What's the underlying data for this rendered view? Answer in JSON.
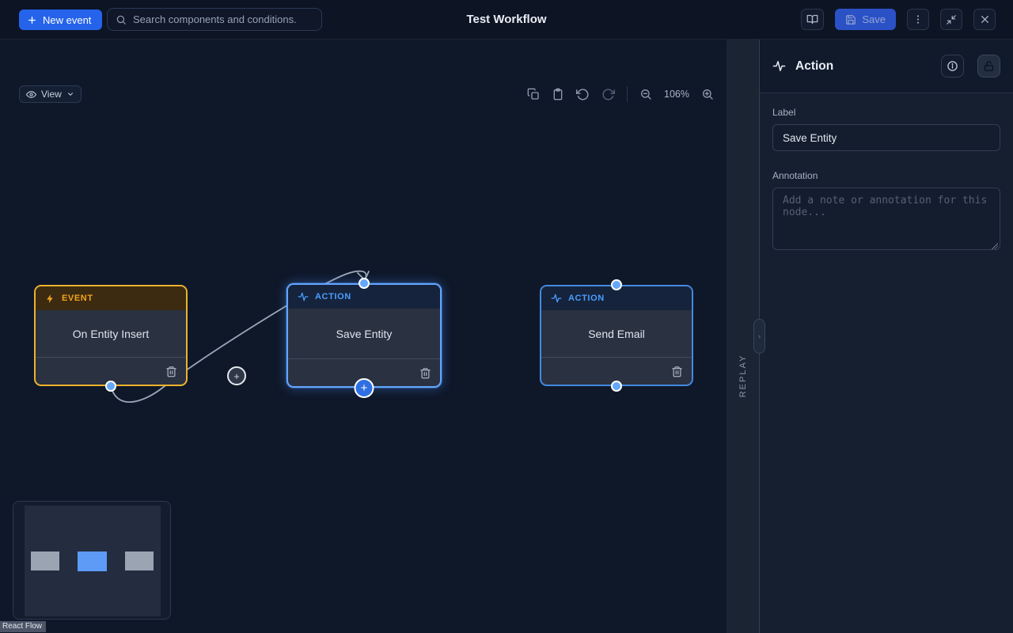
{
  "topbar": {
    "new_event_label": "New event",
    "search_placeholder": "Search components and conditions.",
    "title": "Test Workflow",
    "save_label": "Save"
  },
  "canvas": {
    "view_label": "View",
    "zoom_level": "106%",
    "replay_label": "REPLAY",
    "attribution": "React Flow",
    "edge_plus_label": "+",
    "nodes": [
      {
        "type_label": "EVENT",
        "title": "On Entity Insert"
      },
      {
        "type_label": "ACTION",
        "title": "Save Entity",
        "selected": true
      },
      {
        "type_label": "ACTION",
        "title": "Send Email"
      }
    ]
  },
  "panel": {
    "title": "Action",
    "label_field": {
      "label": "Label",
      "value": "Save Entity"
    },
    "annotation_field": {
      "label": "Annotation",
      "placeholder": "Add a note or annotation for this node..."
    }
  },
  "colors": {
    "accent_blue": "#2563eb",
    "event_amber": "#eeb22b",
    "event_header_bg": "#3c2b10",
    "action_blue": "#4a9eff",
    "action_header_bg": "#15233c",
    "selected_border": "#62a5ff",
    "node_body_bg": "#2a3140",
    "canvas_bg": "#0f1829",
    "panel_bg": "#151f30",
    "edge_gray": "#9ba7b8",
    "handle_blue": "#64a7fb",
    "minimap_node_blue": "#5d9bf7"
  }
}
